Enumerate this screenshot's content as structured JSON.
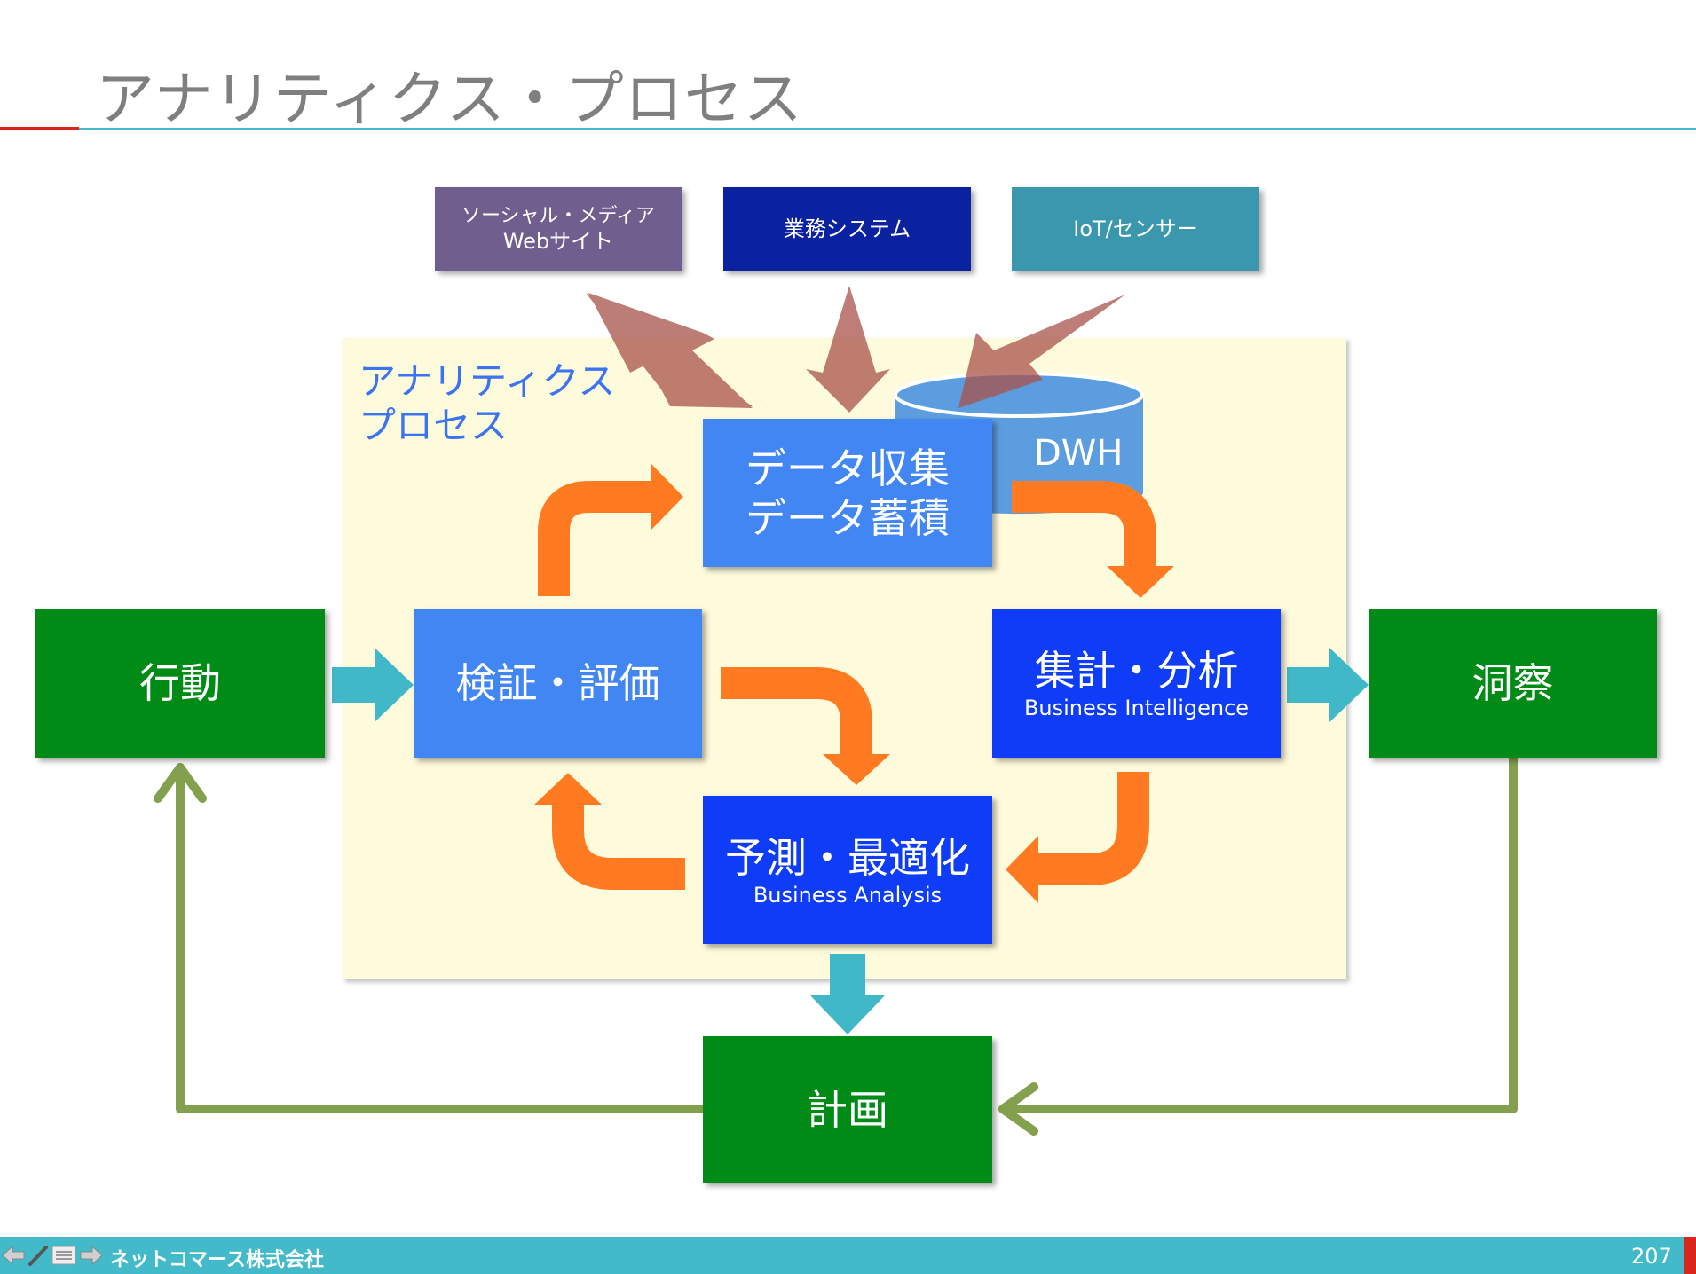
{
  "title": "アナリティクス・プロセス",
  "process_label": [
    "アナリティクス",
    "プロセス"
  ],
  "sources": [
    {
      "lines": [
        "ソーシャル・メディア",
        "Webサイト"
      ],
      "color": "#6f5e8e"
    },
    {
      "lines": [
        "業務システム"
      ],
      "color": "#0b22a0"
    },
    {
      "lines": [
        "IoT/センサー"
      ],
      "color": "#3b97ad"
    }
  ],
  "dwh": "DWH",
  "boxes": {
    "collect": [
      "データ収集",
      "データ蓄積"
    ],
    "verify": "検証・評価",
    "aggregate": {
      "title": "集計・分析",
      "sub": "Business Intelligence"
    },
    "predict": {
      "title": "予測・最適化",
      "sub": "Business Analysis"
    },
    "action": "行動",
    "insight": "洞察",
    "plan": "計画"
  },
  "colors": {
    "green": "#008a16",
    "light_blue": "#4286f4",
    "blue": "#0f3cf7",
    "orange": "#ff7a20",
    "cyan": "#40b8c8",
    "olive": "#82a04e",
    "footer": "#42bac9"
  },
  "footer": {
    "company": "ネットコマース株式会社",
    "page": "207"
  }
}
